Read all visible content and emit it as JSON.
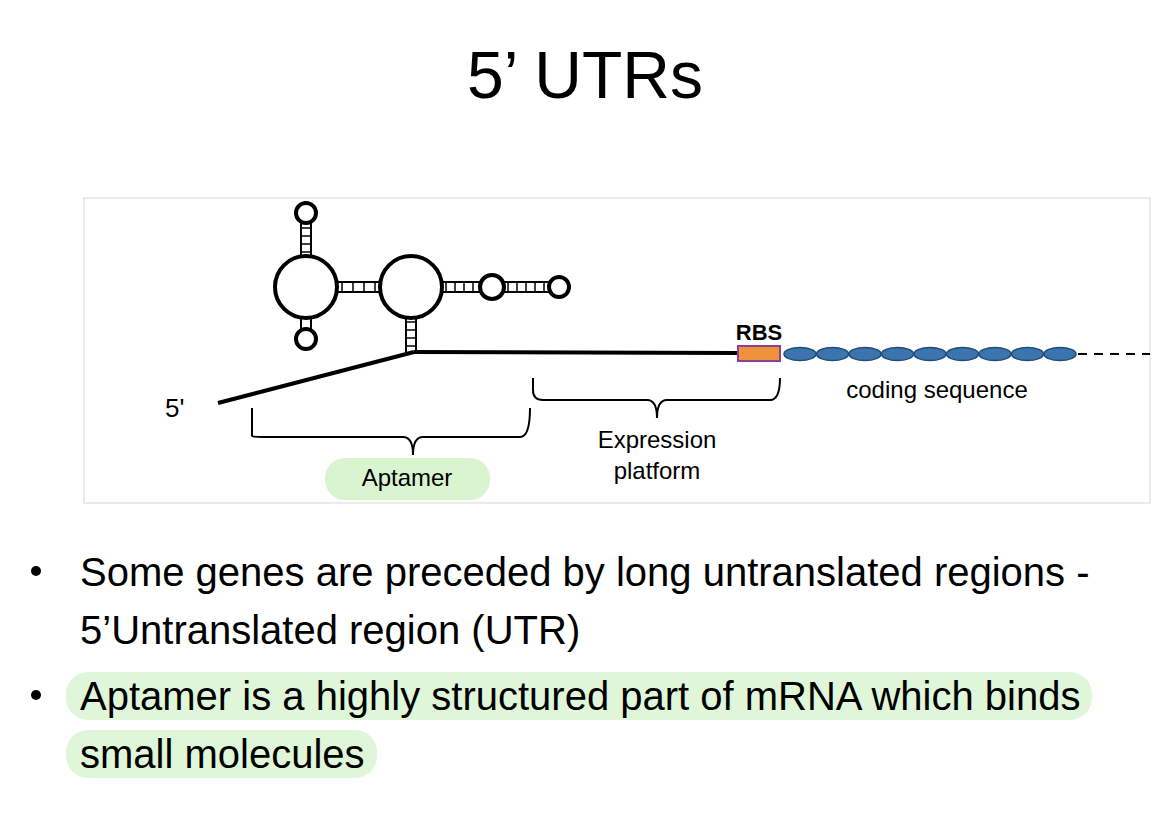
{
  "diagram": {
    "title": "5’ UTRs",
    "nodes": [
      {
        "text": [
          "RBS"
        ]
      }
    ],
    "labels": [
      "5'",
      "coding sequence",
      "Aptamer",
      "Expression platform",
      "Some genes are preceded by long untranslated regions - 5’Untranslated region (UTR)",
      "Aptamer is a highly structured part of mRNA which binds small molecules"
    ]
  }
}
